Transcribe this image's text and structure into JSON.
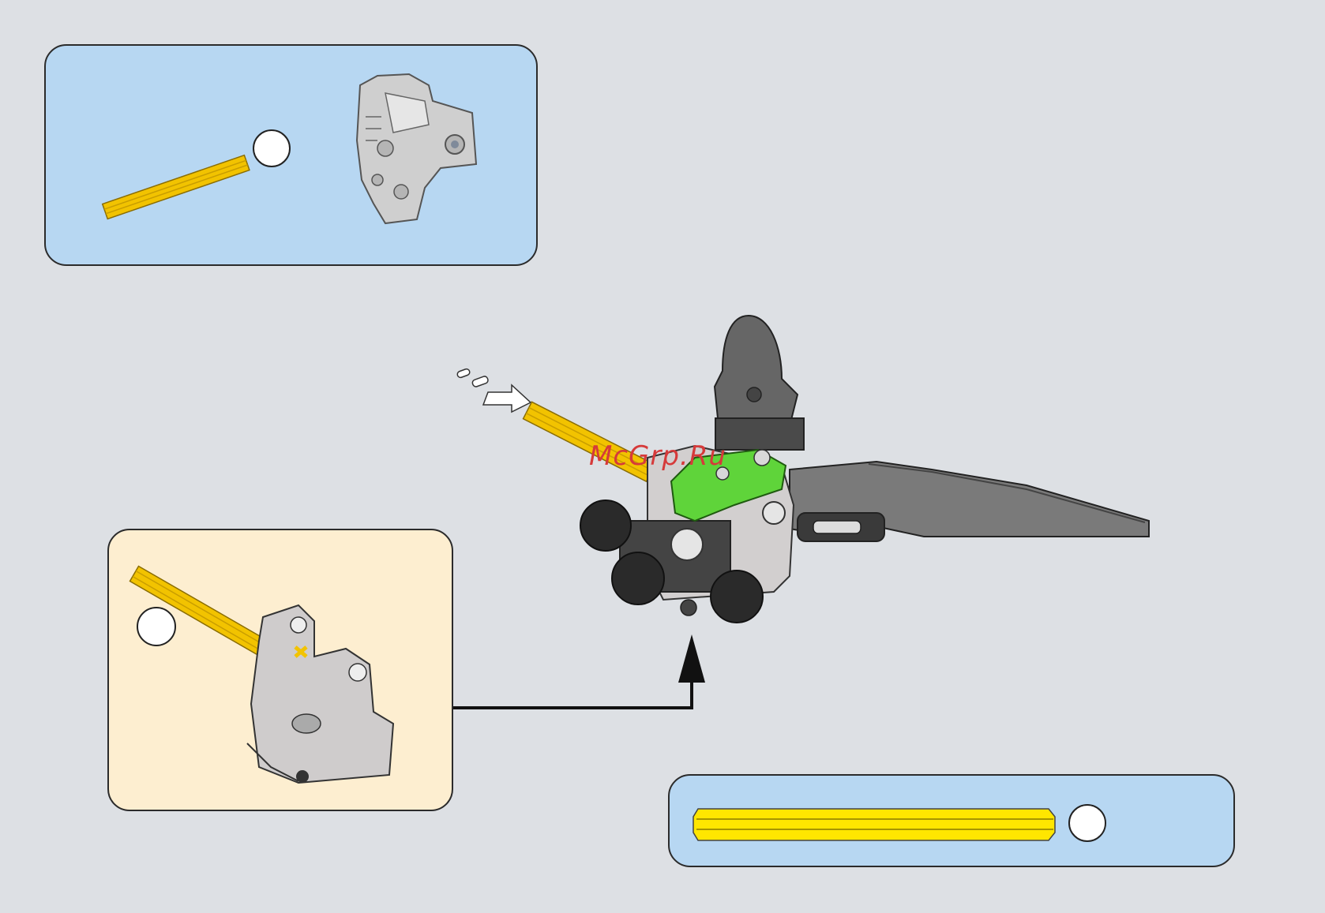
{
  "watermark": {
    "text": "McGrp.Ru"
  },
  "parts_panel": {
    "items": [
      {
        "name": "yellow-axle",
        "count_label": ""
      },
      {
        "name": "grey-connector-part",
        "count_label": ""
      }
    ]
  },
  "sub_assembly": {
    "step_label": ""
  },
  "ruler": {
    "length_label": ""
  },
  "colors": {
    "axle_yellow": "#f2c300",
    "panel_blue": "#b7d7f2",
    "panel_cream": "#fdeed0",
    "background": "#dde0e4",
    "green_part": "#5fd43a"
  }
}
